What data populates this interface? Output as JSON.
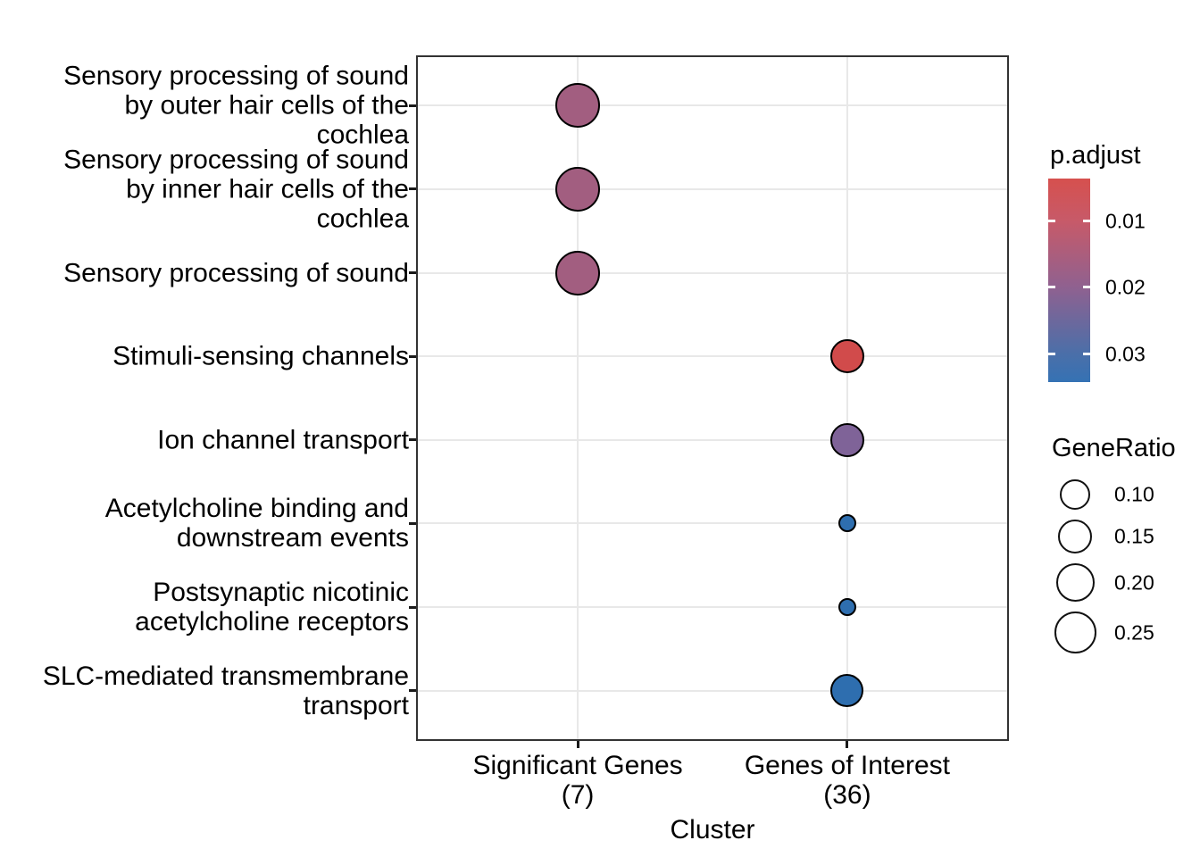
{
  "chart_data": {
    "type": "scatter",
    "variant": "enrichment-dotplot",
    "xlabel": "Cluster",
    "grid": true,
    "x_categories": [
      {
        "lines": [
          "Significant Genes",
          "(7)"
        ]
      },
      {
        "lines": [
          "Genes of Interest",
          "(36)"
        ]
      }
    ],
    "y_categories": [
      {
        "lines": [
          "Sensory processing of sound",
          "by outer hair cells of the",
          "cochlea"
        ]
      },
      {
        "lines": [
          "Sensory processing of sound",
          "by inner hair cells of the",
          "cochlea"
        ]
      },
      {
        "lines": [
          "Sensory processing of sound"
        ]
      },
      {
        "lines": [
          "Stimuli-sensing channels"
        ]
      },
      {
        "lines": [
          "Ion channel transport"
        ]
      },
      {
        "lines": [
          "Acetylcholine binding and",
          "downstream events"
        ]
      },
      {
        "lines": [
          "Postsynaptic nicotinic",
          "acetylcholine receptors"
        ]
      },
      {
        "lines": [
          "SLC-mediated transmembrane",
          "transport"
        ]
      }
    ],
    "points": [
      {
        "x": 0,
        "y": 0,
        "gene_ratio": 0.29,
        "p_adjust": 0.017,
        "color": "#a25e80",
        "radius_px": 25
      },
      {
        "x": 0,
        "y": 1,
        "gene_ratio": 0.29,
        "p_adjust": 0.017,
        "color": "#a25e80",
        "radius_px": 25
      },
      {
        "x": 0,
        "y": 2,
        "gene_ratio": 0.29,
        "p_adjust": 0.017,
        "color": "#a25e80",
        "radius_px": 25
      },
      {
        "x": 1,
        "y": 3,
        "gene_ratio": 0.14,
        "p_adjust": 0.004,
        "color": "#d14b4b",
        "radius_px": 19
      },
      {
        "x": 1,
        "y": 4,
        "gene_ratio": 0.14,
        "p_adjust": 0.023,
        "color": "#7f6398",
        "radius_px": 19
      },
      {
        "x": 1,
        "y": 5,
        "gene_ratio": 0.06,
        "p_adjust": 0.033,
        "color": "#2e6eaf",
        "radius_px": 10
      },
      {
        "x": 1,
        "y": 6,
        "gene_ratio": 0.06,
        "p_adjust": 0.033,
        "color": "#2e6eaf",
        "radius_px": 10
      },
      {
        "x": 1,
        "y": 7,
        "gene_ratio": 0.14,
        "p_adjust": 0.033,
        "color": "#2e6eaf",
        "radius_px": 18.5
      }
    ],
    "legend_color": {
      "title": "p.adjust",
      "ticks": [
        {
          "label": "0.01",
          "frac": 0.21
        },
        {
          "label": "0.02",
          "frac": 0.535
        },
        {
          "label": "0.03",
          "frac": 0.864
        }
      ],
      "gradient_stops": [
        {
          "frac": 0,
          "color": "#d6504e"
        },
        {
          "frac": 0.21,
          "color": "#c75a69"
        },
        {
          "frac": 0.535,
          "color": "#8f6190"
        },
        {
          "frac": 0.864,
          "color": "#4a6fa9"
        },
        {
          "frac": 1,
          "color": "#3572b4"
        }
      ]
    },
    "legend_size": {
      "title": "GeneRatio",
      "entries": [
        {
          "label": "0.10",
          "radius_px": 17
        },
        {
          "label": "0.15",
          "radius_px": 19
        },
        {
          "label": "0.20",
          "radius_px": 21.5
        },
        {
          "label": "0.25",
          "radius_px": 23.5
        }
      ]
    }
  }
}
